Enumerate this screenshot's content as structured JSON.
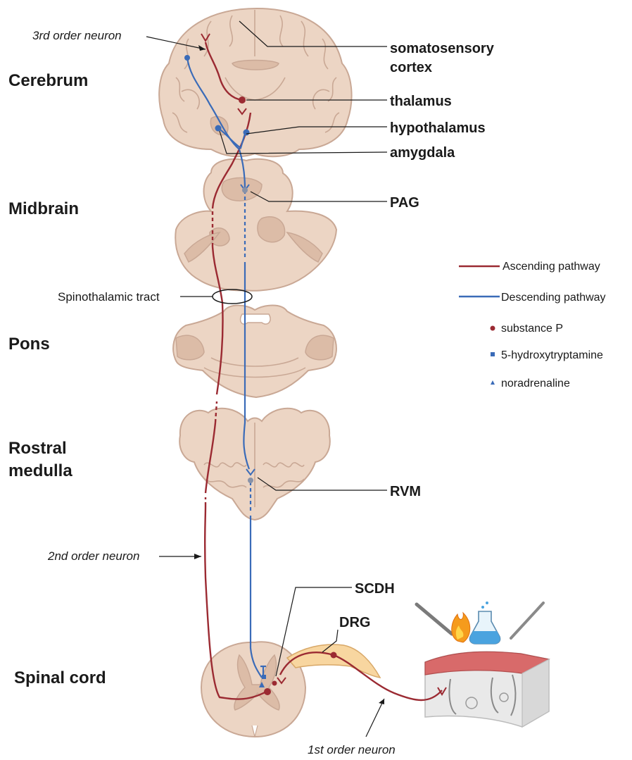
{
  "regions": {
    "cerebrum": "Cerebrum",
    "midbrain": "Midbrain",
    "pons": "Pons",
    "rostral_medulla_line1": "Rostral",
    "rostral_medulla_line2": "medulla",
    "spinal_cord": "Spinal cord"
  },
  "structures": {
    "somatosensory_line1": "somatosensory",
    "somatosensory_line2": "cortex",
    "thalamus": "thalamus",
    "hypothalamus": "hypothalamus",
    "amygdala": "amygdala",
    "pag": "PAG",
    "rvm": "RVM",
    "scdh": "SCDH",
    "drg": "DRG",
    "spinothalamic_tract": "Spinothalamic tract"
  },
  "neurons": {
    "third_order": "3rd order neuron",
    "second_order": "2nd order neuron",
    "first_order": "1st order neuron"
  },
  "legend": {
    "ascending": "Ascending pathway",
    "descending": "Descending pathway",
    "substance_p": "substance P",
    "serotonin": "5-hydroxytryptamine",
    "noradrenaline": "noradrenaline"
  },
  "colors": {
    "ascending": "#9b2a32",
    "descending": "#3a6bb8",
    "tissue": "#ecd5c4",
    "stimulus_flame": "#f59b1c",
    "flask_liquid": "#4aa3df"
  },
  "icons": [
    "heated-probe-icon",
    "flame-icon",
    "flask-icon",
    "needle-icon"
  ]
}
